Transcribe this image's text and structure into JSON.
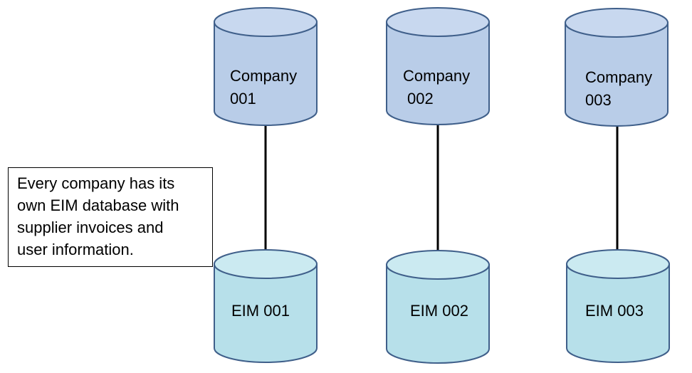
{
  "colors": {
    "company_fill": "#b9cde8",
    "company_top": "#c8d8ef",
    "company_stroke": "#3f5f8a",
    "eim_fill": "#b7e0ea",
    "eim_top": "#cbeaf1",
    "eim_stroke": "#3f5f8a",
    "connector": "#000000"
  },
  "companies": [
    {
      "line1": "Company",
      "line2": "001"
    },
    {
      "line1": "Company",
      "line2": "002"
    },
    {
      "line1": "Company",
      "line2": "003"
    }
  ],
  "eims": [
    {
      "label": "EIM 001"
    },
    {
      "label": "EIM 002"
    },
    {
      "label": "EIM 003"
    }
  ],
  "note": {
    "lines": [
      "Every company has its",
      "own EIM database with",
      "supplier invoices and",
      "user information."
    ]
  }
}
